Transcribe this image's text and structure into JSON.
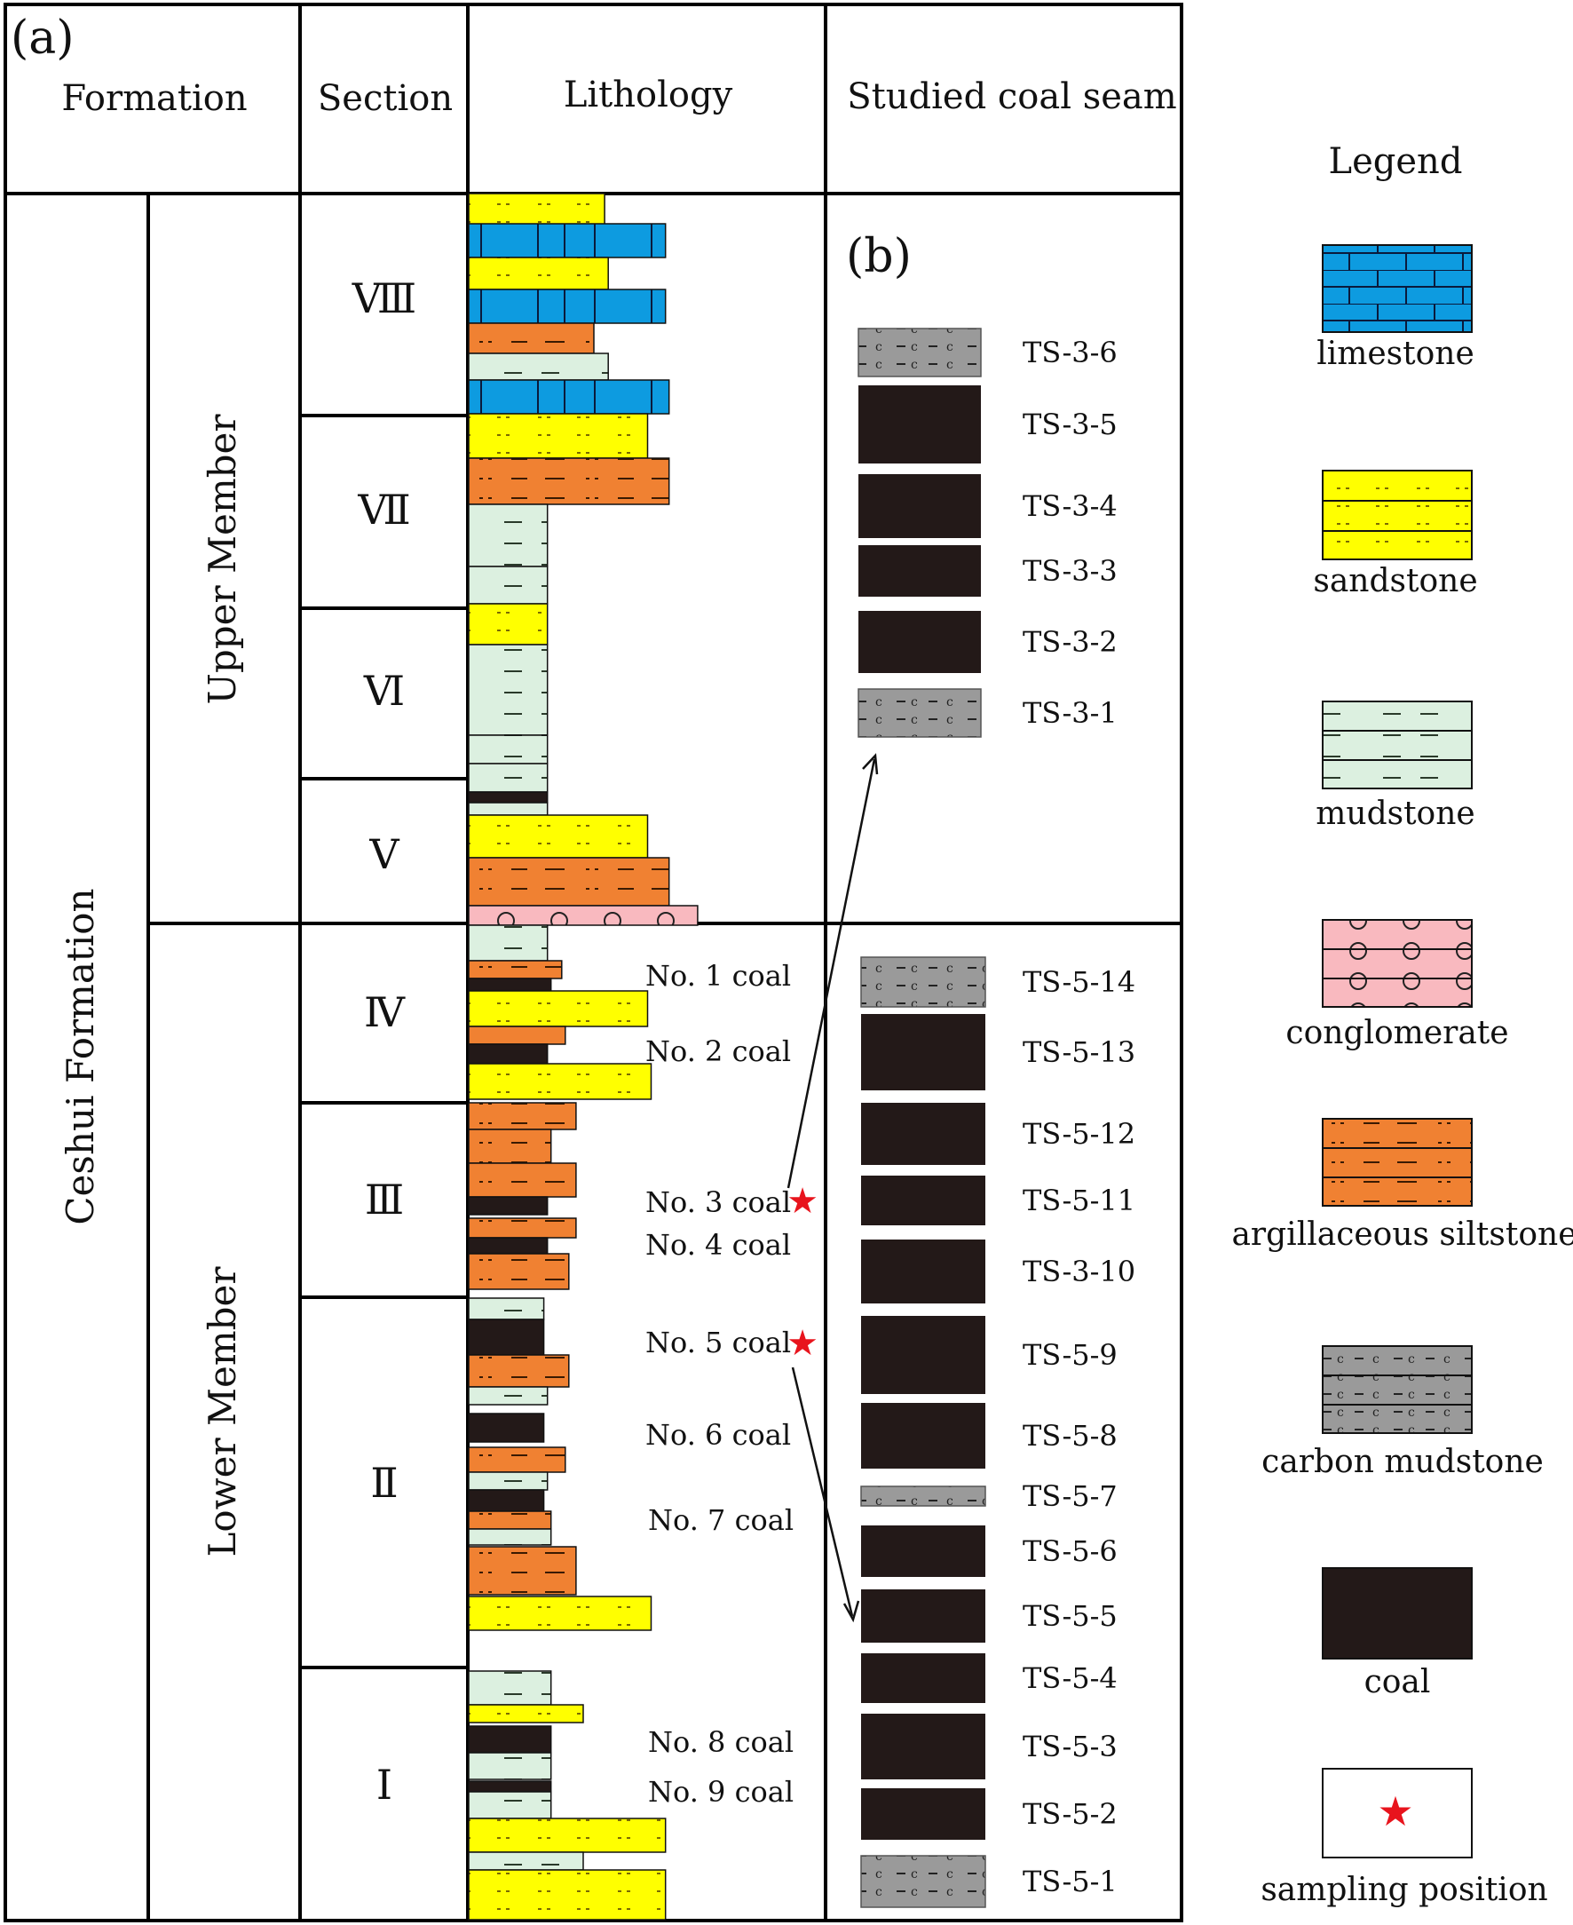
{
  "panel_labels": {
    "a": "(a)",
    "b": "(b)"
  },
  "headers": {
    "formation": "Formation",
    "section": "Section",
    "lithology": "Lithology",
    "coal_seam": "Studied coal seam"
  },
  "formation_name": "Ceshui Formation",
  "members": {
    "upper": "Upper Member",
    "lower": "Lower Member"
  },
  "sections": [
    {
      "id": "viii",
      "label": "Ⅷ"
    },
    {
      "id": "vii",
      "label": "Ⅶ"
    },
    {
      "id": "vi",
      "label": "Ⅵ"
    },
    {
      "id": "v",
      "label": "Ⅴ"
    },
    {
      "id": "iv",
      "label": "Ⅳ"
    },
    {
      "id": "iii",
      "label": "Ⅲ"
    },
    {
      "id": "ii",
      "label": "Ⅱ"
    },
    {
      "id": "i",
      "label": "Ⅰ"
    }
  ],
  "lithology_column": [
    {
      "type": "sandstone",
      "width": 0.38
    },
    {
      "type": "limestone",
      "width": 0.55
    },
    {
      "type": "sandstone",
      "width": 0.39
    },
    {
      "type": "limestone",
      "width": 0.55
    },
    {
      "type": "argillaceous siltstone",
      "width": 0.35
    },
    {
      "type": "mudstone",
      "width": 0.39
    },
    {
      "type": "limestone",
      "width": 0.56
    },
    {
      "type": "sandstone",
      "width": 0.5
    },
    {
      "type": "argillaceous siltstone",
      "width": 0.56
    },
    {
      "type": "mudstone",
      "width": 0.22
    },
    {
      "type": "mudstone",
      "width": 0.22
    },
    {
      "type": "sandstone",
      "width": 0.22
    },
    {
      "type": "mudstone",
      "width": 0.22
    },
    {
      "type": "mudstone",
      "width": 0.22
    },
    {
      "type": "mudstone",
      "width": 0.22
    },
    {
      "type": "coal",
      "width": 0.22
    },
    {
      "type": "mudstone",
      "width": 0.22
    },
    {
      "type": "sandstone",
      "width": 0.5
    },
    {
      "type": "argillaceous siltstone",
      "width": 0.56
    },
    {
      "type": "conglomerate",
      "width": 0.64
    },
    {
      "type": "mudstone",
      "width": 0.22
    },
    {
      "type": "argillaceous siltstone",
      "width": 0.26
    },
    {
      "type": "coal",
      "width": 0.23
    },
    {
      "type": "sandstone",
      "width": 0.5
    },
    {
      "type": "argillaceous siltstone",
      "width": 0.27
    },
    {
      "type": "coal",
      "width": 0.22
    },
    {
      "type": "sandstone",
      "width": 0.51
    },
    {
      "type": "argillaceous siltstone",
      "width": 0.3
    },
    {
      "type": "argillaceous siltstone",
      "width": 0.23
    },
    {
      "type": "argillaceous siltstone",
      "width": 0.3
    },
    {
      "type": "coal",
      "width": 0.22
    },
    {
      "type": "argillaceous siltstone",
      "width": 0.3
    },
    {
      "type": "coal",
      "width": 0.22
    },
    {
      "type": "argillaceous siltstone",
      "width": 0.28
    },
    {
      "type": "mudstone",
      "width": 0.21
    },
    {
      "type": "coal",
      "width": 0.21
    },
    {
      "type": "argillaceous siltstone",
      "width": 0.28
    },
    {
      "type": "mudstone",
      "width": 0.22
    },
    {
      "type": "coal",
      "width": 0.21
    },
    {
      "type": "argillaceous siltstone",
      "width": 0.27
    },
    {
      "type": "mudstone",
      "width": 0.22
    },
    {
      "type": "coal",
      "width": 0.21
    },
    {
      "type": "argillaceous siltstone",
      "width": 0.23
    },
    {
      "type": "mudstone",
      "width": 0.23
    },
    {
      "type": "argillaceous siltstone",
      "width": 0.3
    },
    {
      "type": "sandstone",
      "width": 0.51
    },
    {
      "type": "mudstone",
      "width": 0.23
    },
    {
      "type": "sandstone",
      "width": 0.32
    },
    {
      "type": "coal",
      "width": 0.23
    },
    {
      "type": "mudstone",
      "width": 0.23
    },
    {
      "type": "coal",
      "width": 0.23
    },
    {
      "type": "mudstone",
      "width": 0.23
    },
    {
      "type": "sandstone",
      "width": 0.55
    },
    {
      "type": "mudstone",
      "width": 0.32
    },
    {
      "type": "sandstone",
      "width": 0.55
    }
  ],
  "coal_labels": [
    {
      "id": "no1",
      "text": "No. 1 coal",
      "sampled": false
    },
    {
      "id": "no2",
      "text": "No. 2 coal",
      "sampled": false
    },
    {
      "id": "no3",
      "text": "No. 3 coal",
      "sampled": true
    },
    {
      "id": "no4",
      "text": "No. 4 coal",
      "sampled": false
    },
    {
      "id": "no5",
      "text": "No. 5 coal",
      "sampled": true
    },
    {
      "id": "no6",
      "text": "No. 6 coal",
      "sampled": false
    },
    {
      "id": "no7",
      "text": "No. 7 coal",
      "sampled": false
    },
    {
      "id": "no8",
      "text": "No. 8 coal",
      "sampled": false
    },
    {
      "id": "no9",
      "text": "No. 9 coal",
      "sampled": false
    }
  ],
  "seam_ts3": [
    {
      "label": "TS-3-6",
      "type": "carbon mudstone"
    },
    {
      "label": "TS-3-5",
      "type": "coal"
    },
    {
      "label": "TS-3-4",
      "type": "coal"
    },
    {
      "label": "TS-3-3",
      "type": "coal"
    },
    {
      "label": "TS-3-2",
      "type": "coal"
    },
    {
      "label": "TS-3-1",
      "type": "carbon mudstone"
    }
  ],
  "seam_ts5": [
    {
      "label": "TS-5-14",
      "type": "carbon mudstone"
    },
    {
      "label": "TS-5-13",
      "type": "coal"
    },
    {
      "label": "TS-5-12",
      "type": "coal"
    },
    {
      "label": "TS-5-11",
      "type": "coal"
    },
    {
      "label": "TS-3-10",
      "type": "coal"
    },
    {
      "label": "TS-5-9",
      "type": "coal"
    },
    {
      "label": "TS-5-8",
      "type": "coal"
    },
    {
      "label": "TS-5-7",
      "type": "carbon mudstone"
    },
    {
      "label": "TS-5-6",
      "type": "coal"
    },
    {
      "label": "TS-5-5",
      "type": "coal"
    },
    {
      "label": "TS-5-4",
      "type": "coal"
    },
    {
      "label": "TS-5-3",
      "type": "coal"
    },
    {
      "label": "TS-5-2",
      "type": "coal"
    },
    {
      "label": "TS-5-1",
      "type": "carbon mudstone"
    }
  ],
  "legend": {
    "title": "Legend",
    "items": [
      {
        "id": "limestone",
        "label": "limestone"
      },
      {
        "id": "sandstone",
        "label": "sandstone"
      },
      {
        "id": "mudstone",
        "label": "mudstone"
      },
      {
        "id": "conglomerate",
        "label": "conglomerate"
      },
      {
        "id": "argillaceous-siltstone",
        "label": "argillaceous siltstone"
      },
      {
        "id": "carbon-mudstone",
        "label": "carbon mudstone"
      },
      {
        "id": "coal",
        "label": "coal"
      },
      {
        "id": "sampling-position",
        "label": "sampling position"
      }
    ]
  },
  "colors": {
    "limestone": "#0d9be0",
    "sandstone": "#ffff00",
    "mudstone": "#dcf0e0",
    "conglomerate": "#f9b9bf",
    "argillaceous_siltstone": "#f08132",
    "carbon_mudstone": "#9a9a9a",
    "coal": "#231918",
    "star": "#e8141d"
  }
}
